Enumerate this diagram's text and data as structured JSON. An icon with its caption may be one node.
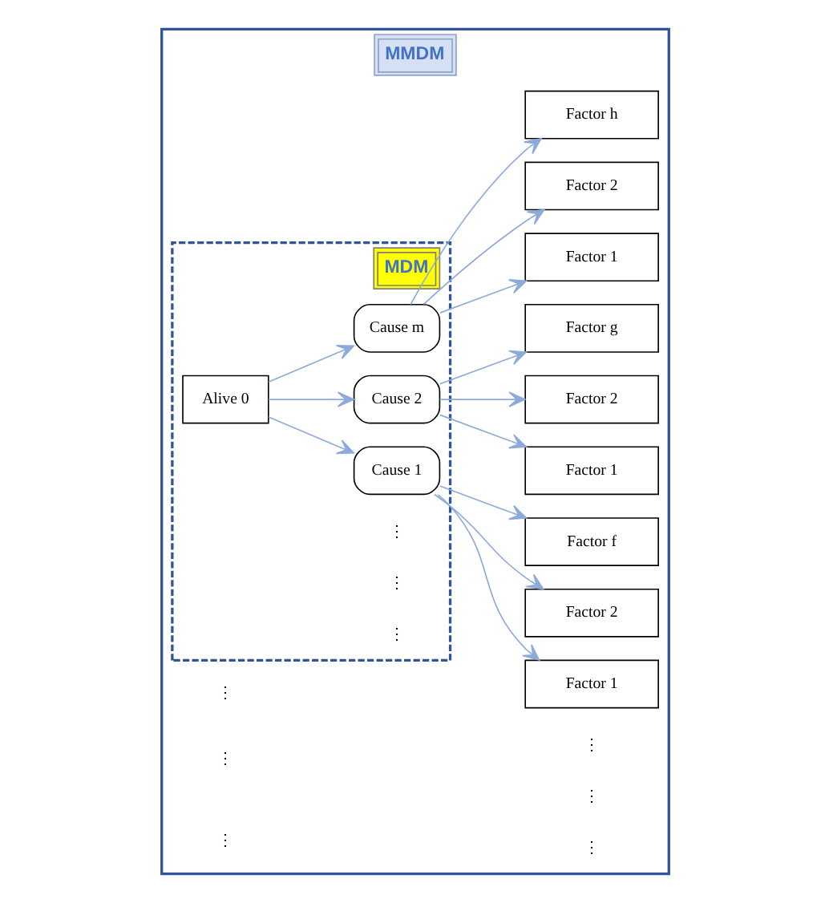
{
  "diagram": {
    "nodes": [
      {
        "text": [
          "MMDM"
        ]
      },
      {
        "text": [
          "MDM"
        ],
        "in": 0
      },
      {
        "text": [
          "Alive 0"
        ],
        "in": 1
      },
      {
        "text": [
          "Cause 1"
        ],
        "in": 1
      },
      {
        "text": [
          "Cause 2"
        ],
        "in": 1
      },
      {
        "text": [
          "Cause m"
        ],
        "in": 1
      },
      {
        "text": [
          "Factor 1"
        ],
        "in": 0
      },
      {
        "text": [
          "Factor 2"
        ],
        "in": 0
      },
      {
        "text": [
          "Factor f"
        ],
        "in": 0
      },
      {
        "text": [
          "Factor 1"
        ],
        "in": 0
      },
      {
        "text": [
          "Factor 2"
        ],
        "in": 0
      },
      {
        "text": [
          "Factor g"
        ],
        "in": 0
      },
      {
        "text": [
          "Factor 1"
        ],
        "in": 0
      },
      {
        "text": [
          "Factor 2"
        ],
        "in": 0
      },
      {
        "text": [
          "Factor h"
        ],
        "in": 0
      }
    ],
    "edges": [
      {
        "from": 2,
        "to": 3,
        "arrow": "to"
      },
      {
        "from": 2,
        "to": 4,
        "arrow": "to"
      },
      {
        "from": 2,
        "to": 5,
        "arrow": "to"
      },
      {
        "from": 3,
        "to": 6,
        "arrow": "to"
      },
      {
        "from": 3,
        "to": 7,
        "arrow": "to"
      },
      {
        "from": 3,
        "to": 8,
        "arrow": "to"
      },
      {
        "from": 4,
        "to": 9,
        "arrow": "to"
      },
      {
        "from": 4,
        "to": 10,
        "arrow": "to"
      },
      {
        "from": 4,
        "to": 11,
        "arrow": "to"
      },
      {
        "from": 5,
        "to": 12,
        "arrow": "to"
      },
      {
        "from": 5,
        "to": 13,
        "arrow": "to"
      },
      {
        "from": 5,
        "to": 14,
        "arrow": "to"
      }
    ],
    "labels": [
      "⋮",
      "⋮",
      "⋮",
      "⋮",
      "⋮",
      "⋮",
      "⋮",
      "⋮",
      "⋮"
    ]
  }
}
